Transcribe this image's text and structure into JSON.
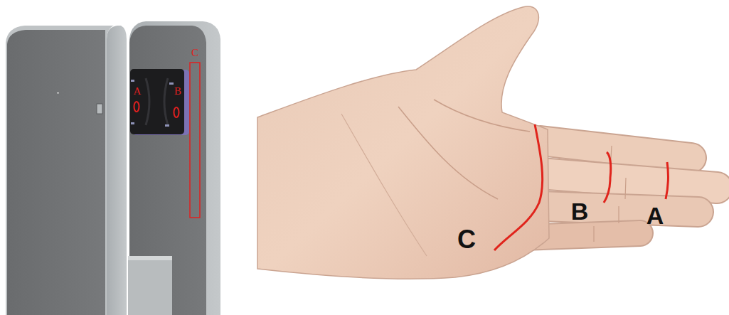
{
  "diagram": {
    "labels": [
      "A",
      "B",
      "C",
      "C",
      "B",
      "A"
    ]
  }
}
